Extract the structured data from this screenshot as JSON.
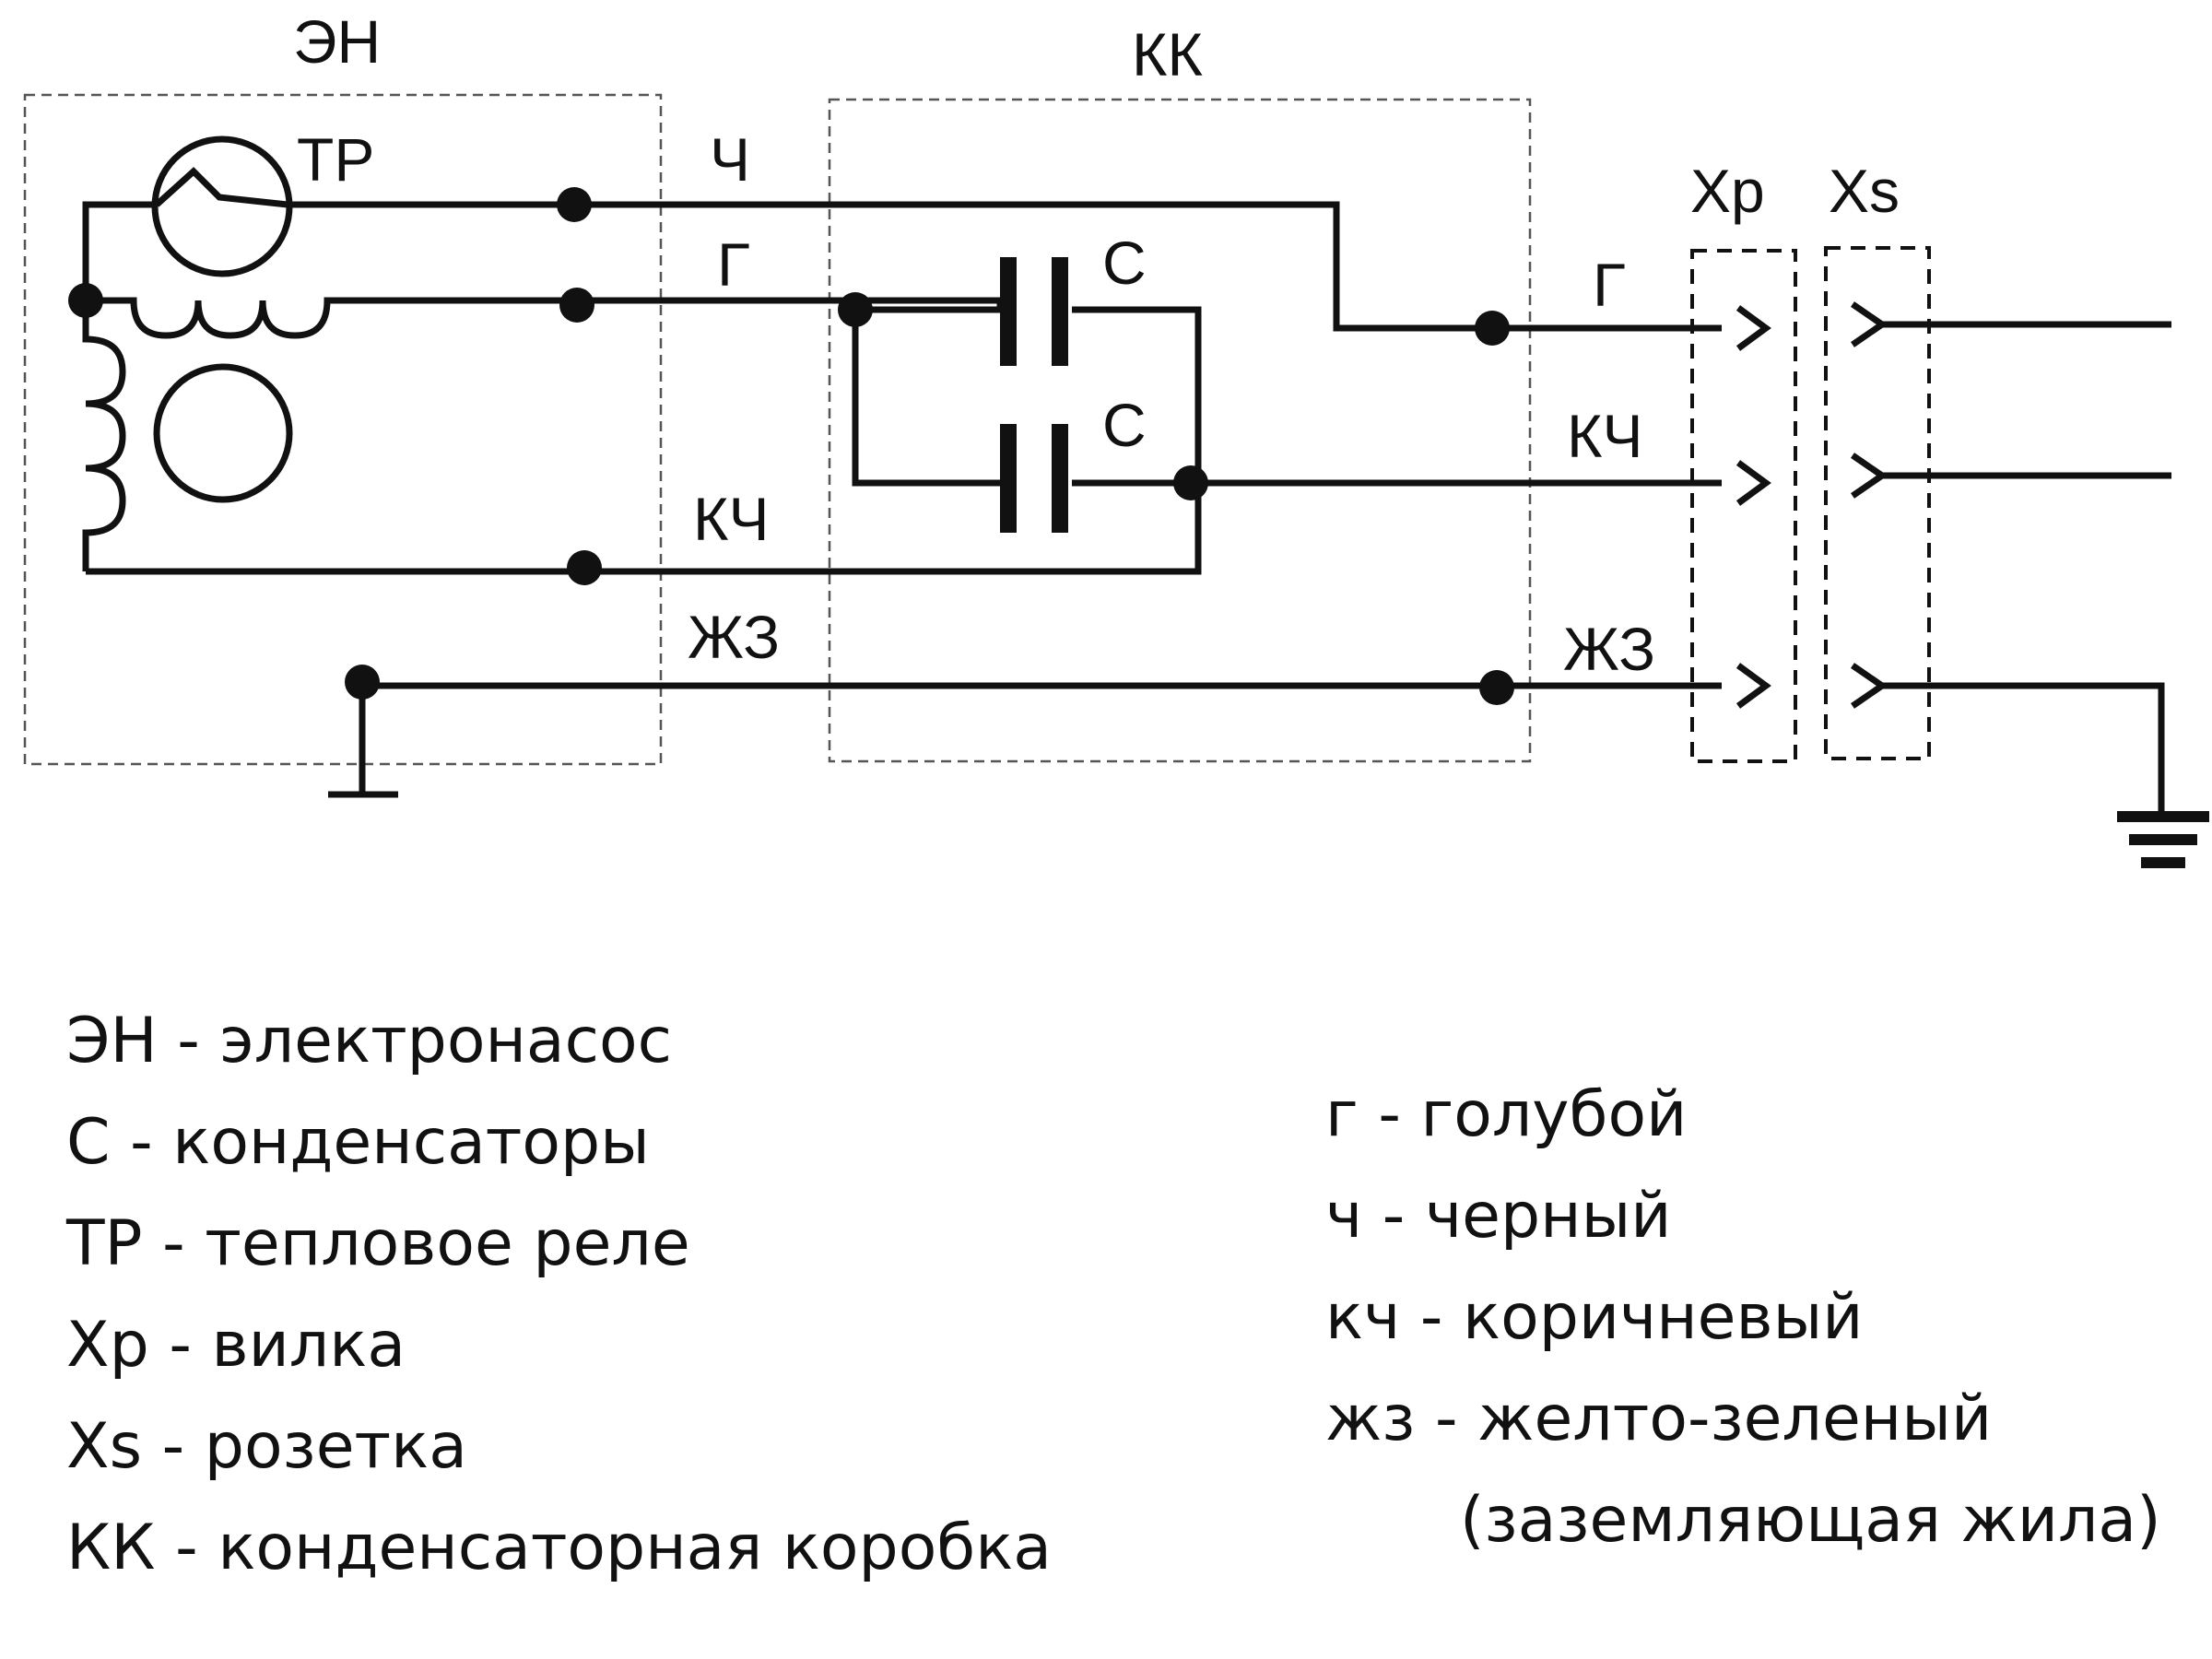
{
  "blocks": {
    "pump": "ЭН",
    "capacitor_box": "КК",
    "plug": "Xp",
    "socket": "Xs"
  },
  "components": {
    "thermal_relay": "ТР",
    "capacitor_upper": "С",
    "capacitor_lower": "С"
  },
  "wire_labels": {
    "pump_black": "Ч",
    "pump_blue": "Г",
    "pump_brown": "КЧ",
    "pump_ground": "ЖЗ",
    "out_blue": "Г",
    "out_brown": "КЧ",
    "out_ground": "ЖЗ"
  },
  "legend_left": [
    "ЭН - электронасос",
    "С - конденсаторы",
    "ТР - тепловое реле",
    "Xp - вилка",
    "Xs - розетка",
    "КК - конденсаторная коробка"
  ],
  "legend_right": [
    "г - голубой",
    "ч - черный",
    "кч - коричневый",
    "жз - желто-зеленый",
    "(заземляющая жила)"
  ]
}
